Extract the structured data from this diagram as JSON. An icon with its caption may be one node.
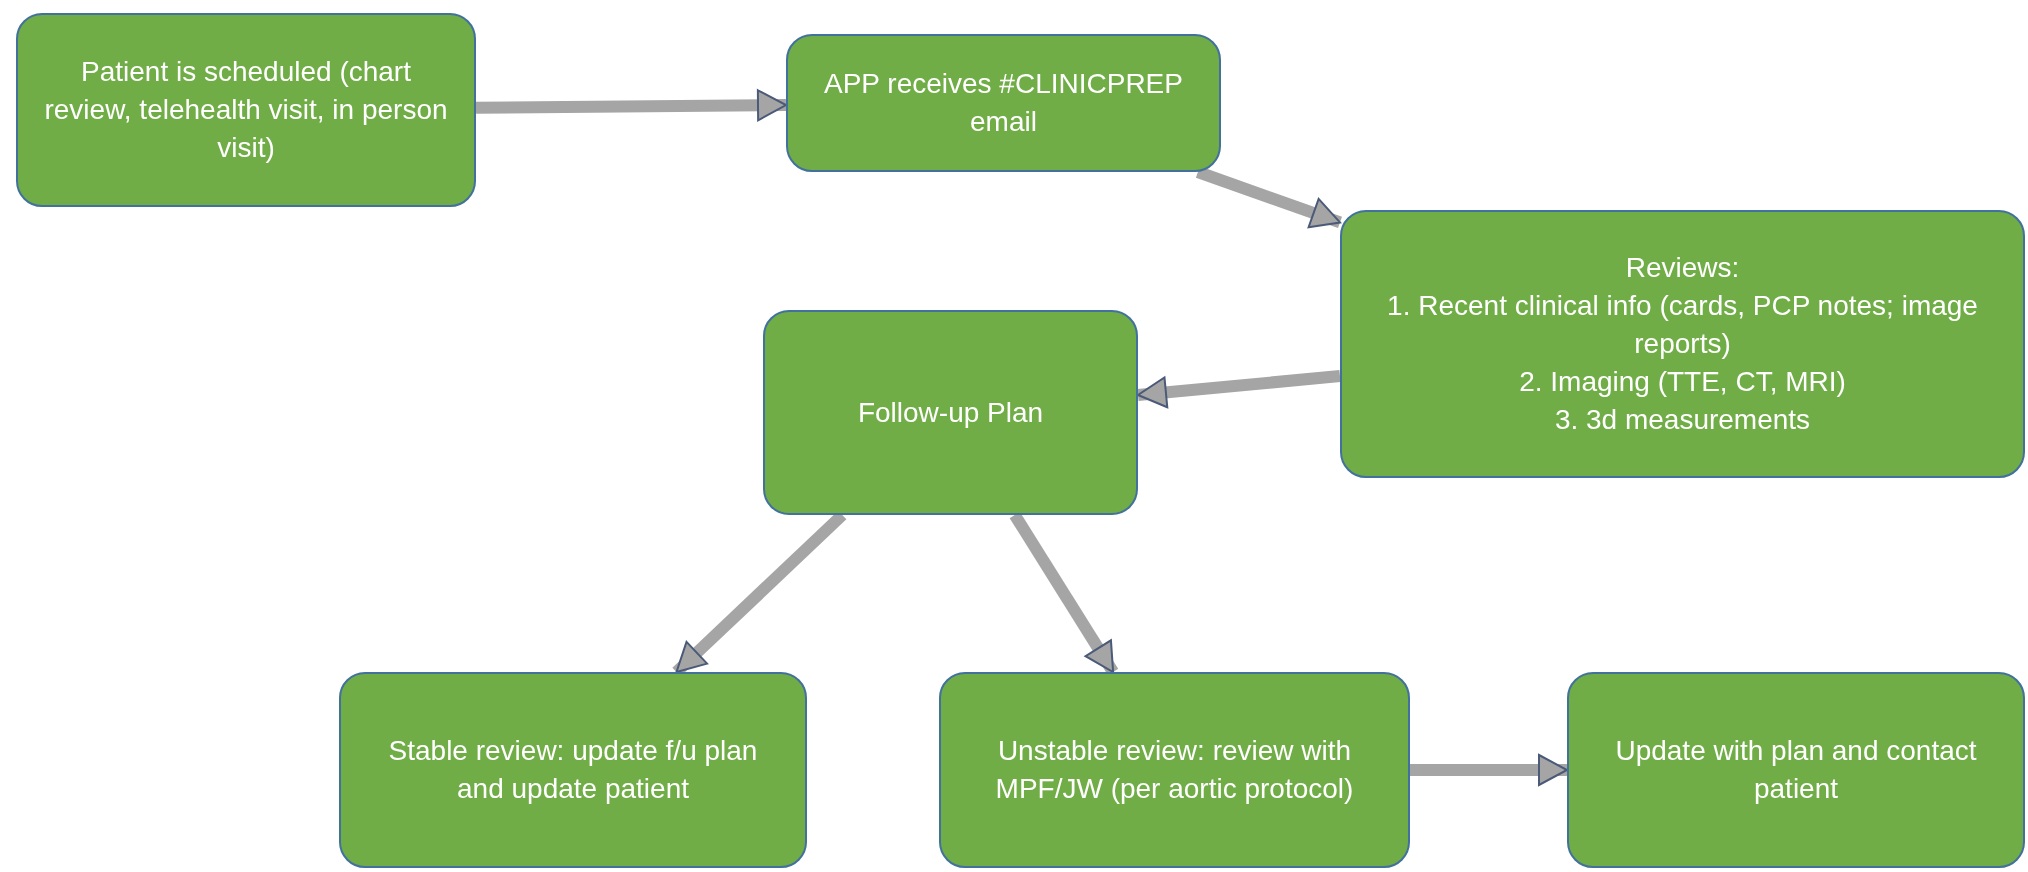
{
  "diagram": {
    "nodes": [
      {
        "text": [
          "Patient is scheduled (chart review, telehealth visit, in person visit)"
        ]
      },
      {
        "text": [
          "APP receives #CLINICPREP email"
        ]
      },
      {
        "text": [
          "Reviews:",
          "1. Recent clinical info (cards, PCP notes; image reports)",
          "2. Imaging (TTE, CT, MRI)",
          "3. 3d measurements"
        ]
      },
      {
        "text": [
          "Follow-up Plan"
        ]
      },
      {
        "text": [
          "Stable review: update f/u plan and update patient"
        ]
      },
      {
        "text": [
          "Unstable review: review with MPF/JW (per aortic protocol)"
        ]
      },
      {
        "text": [
          "Update with plan and contact patient"
        ]
      }
    ],
    "edges": [
      {
        "from": 0,
        "to": 1,
        "arrow": "to"
      },
      {
        "from": 1,
        "to": 2,
        "arrow": "to"
      },
      {
        "from": 2,
        "to": 3,
        "arrow": "to"
      },
      {
        "from": 3,
        "to": 4,
        "arrow": "to"
      },
      {
        "from": 3,
        "to": 5,
        "arrow": "to"
      },
      {
        "from": 5,
        "to": 6,
        "arrow": "to"
      }
    ]
  }
}
